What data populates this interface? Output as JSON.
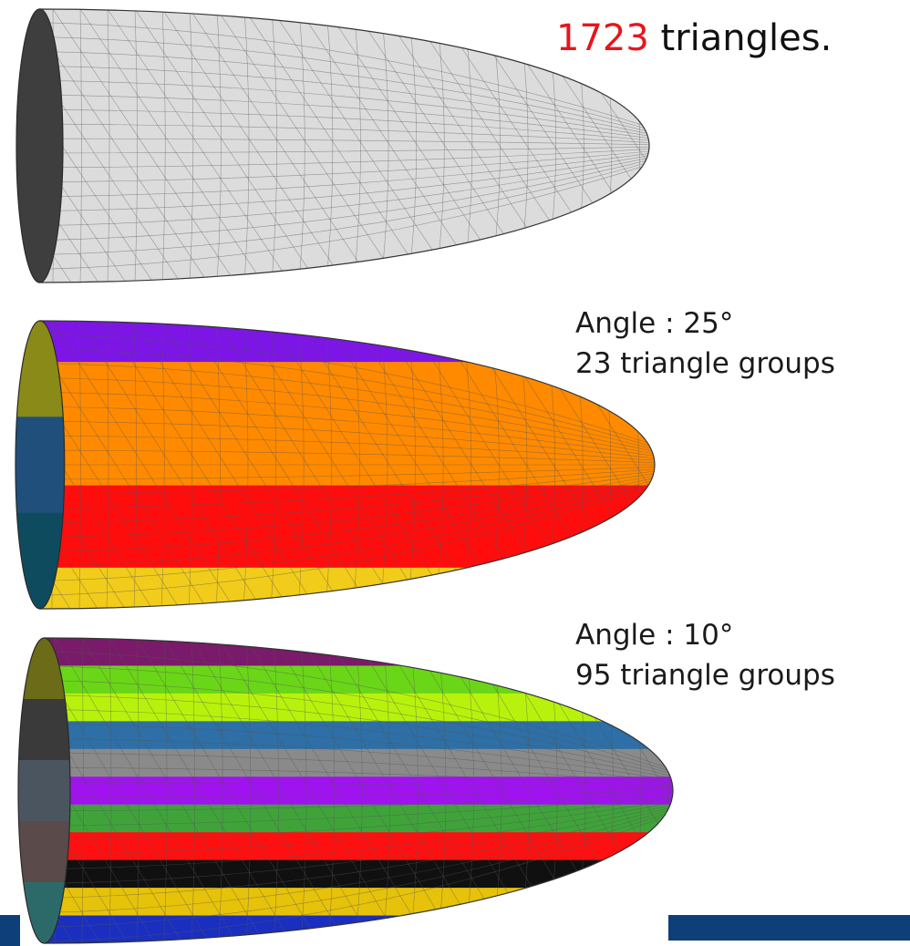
{
  "header": {
    "count_value": "1723",
    "count_suffix": " triangles."
  },
  "meshes": [
    {
      "name": "original",
      "base_color": "#dcdcdc",
      "bands": []
    },
    {
      "name": "angle-25",
      "label_angle": "Angle : 25°",
      "label_groups": "23 triangle groups",
      "bands": [
        "#7d15e6",
        "#ff8a00",
        "#ff8a00",
        "#ff8a00",
        "#ff0d0d",
        "#ff0d0d",
        "#f2cc1a"
      ],
      "cap_colors": [
        "#8a8a18",
        "#1f4f7a",
        "#0f4b5f"
      ]
    },
    {
      "name": "angle-10",
      "label_angle": "Angle : 10°",
      "label_groups": "95 triangle groups",
      "bands": [
        "#7a1a6a",
        "#6ad618",
        "#b8f20c",
        "#2d6fa6",
        "#8a8a8a",
        "#a012f0",
        "#3fa33a",
        "#ff1010",
        "#101010",
        "#e6c20a",
        "#1a2fc0"
      ],
      "cap_colors": [
        "#6b6b18",
        "#3a3a3a",
        "#4a5560",
        "#5a4a4a",
        "#2c6a6a"
      ]
    }
  ],
  "colors": {
    "text_primary": "#1a1a1a",
    "highlight": "#e8141b",
    "cap_dark": "#3e3e3e",
    "footer_bar": "#0e3f78"
  }
}
